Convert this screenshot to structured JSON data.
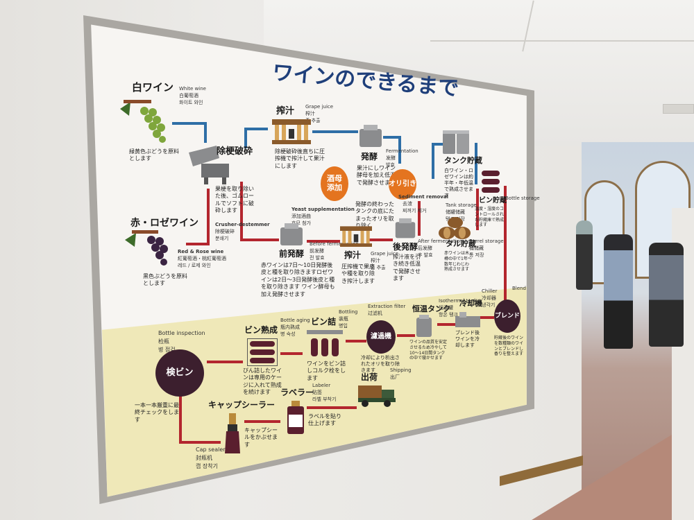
{
  "poster": {
    "title": "ワインのできるまで",
    "white_wine": {
      "title": "白ワイン",
      "en": "White wine",
      "zh": "白葡萄酒",
      "ko": "화이트 와인",
      "desc": "緑黄色ぶどうを原料とします"
    },
    "red_wine": {
      "title": "赤・ロゼワイン",
      "en": "Red & Rose wine",
      "zh": "紅葡萄酒・桃紅葡萄酒",
      "ko": "레드 / 로제 와인",
      "desc": "黒色ぶどうを原料とします"
    },
    "destemmer": {
      "title": "除梗破砕",
      "en": "Crusher-destemmer",
      "zh": "除梗破碎",
      "ko": "분쇄기",
      "desc": "果梗を取り除いた後、ゴムロールでソフトに破砕します"
    },
    "press_top": {
      "title": "搾汁",
      "en": "Grape juice",
      "zh": "榨汁",
      "ko": "즙 추출",
      "desc": "除梗破砕後直ちに圧搾機で搾汁して果汁にします"
    },
    "yeast": {
      "label": "酒母添加",
      "en": "Yeast supplementation",
      "zh": "添加酒曲",
      "ko": "효모 첨가"
    },
    "ferment": {
      "title": "発酵",
      "en": "Fermentation",
      "zh": "发酵",
      "ko": "발효",
      "desc": "果汁にしワイン酵母を加え低温で発酵させます"
    },
    "sediment": {
      "label": "オリ引き",
      "en": "Sediment removal",
      "zh": "去渣",
      "ko": "찌꺼기 제거",
      "desc": "発酵の終わったタンクの底にたまったオリを取り除く"
    },
    "tank": {
      "title": "タンク貯蔵",
      "en": "Tank storage",
      "zh": "储罐储藏",
      "ko": "탱크 저장",
      "desc": "白ワイン・ロゼワインは約半年・年低温で熟成させます"
    },
    "bottle_store": {
      "title": "ビン貯蔵",
      "en": "Bottle storage",
      "desc": "温度・湿度のコントロールされた貯蔵庫で熟成します"
    },
    "pre_ferment": {
      "title": "前発酵",
      "en": "Before fermentation",
      "zh": "前发酵",
      "ko": "전 발효",
      "desc": "赤ワインは7日～10日発酵後皮と種を取り除きますロゼワインは2日～3日発酵後皮と種を取り除きます ワイン酵母も加え発酵させます"
    },
    "press_mid": {
      "title": "搾汁",
      "en": "Grape juice",
      "zh": "榨汁",
      "ko": "즙 추출",
      "desc": "圧搾機で果皮や種を取り除き搾汁します"
    },
    "after_ferment": {
      "title": "後発酵",
      "en": "After fermentation",
      "zh": "后发酵",
      "ko": "후 발효",
      "desc": "搾汁液を引き続き低温で発酵させます"
    },
    "barrel": {
      "title": "タル貯蔵",
      "en": "Barrel storage",
      "zh": "桶储藏",
      "ko": "통 저장",
      "desc": "赤ワインは木樽の中で1年～数年じわじわ熟成させます"
    },
    "blend": {
      "label": "ブレンド",
      "en": "Blend",
      "desc": "貯蔵後のワインを数種類のワインとブレンドし香りを整えます"
    },
    "chiller": {
      "title": "冷却機",
      "en": "Chiller",
      "zh": "冷却器",
      "ko": "냉각기",
      "desc": "ブレンド後ワインを冷却します"
    },
    "iso_tank": {
      "title": "恒温タンク",
      "en": "Isothermal tank",
      "zh": "恒温罐",
      "ko": "항온 탱크",
      "desc": "ワインの品質を安定させるため冷やして10～14日間タンクの中で寝かせます"
    },
    "filter": {
      "label": "濾過機",
      "en": "Extraction filter",
      "zh": "过滤机",
      "ko": "여과기",
      "desc": "冷却により析出されたオリを取り除きます"
    },
    "shipping": {
      "title": "出荷",
      "en": "Shipping",
      "zh": "出厂",
      "ko": "출하"
    },
    "bottling": {
      "title": "ビン詰",
      "en": "Bottling",
      "zh": "装瓶",
      "ko": "병입",
      "desc": "ワインをビン詰しコルク栓をします"
    },
    "aging": {
      "title": "ビン熟成",
      "en": "Bottle aging",
      "zh": "瓶内熟成",
      "ko": "병 숙성",
      "desc": "びん詰したワインは専用のケージに入れて熟成を続けます"
    },
    "inspection": {
      "label": "検ビン",
      "en": "Bottle inspection",
      "zh": "检瓶",
      "ko": "병 점검",
      "desc": "一本一本厳重に最終チェックをします"
    },
    "capseal": {
      "title": "キャップシーラー",
      "en": "Cap sealer",
      "zh": "封瓶机",
      "ko": "캡 장착기",
      "desc": "キャップシールをかぶせます"
    },
    "labeler": {
      "title": "ラベラー",
      "en": "Labeler",
      "zh": "贴签",
      "ko": "라벨 부착기",
      "desc": "ラベルを貼り仕上げます"
    }
  },
  "colors": {
    "flow_white": "#2e6ea6",
    "flow_red": "#b3262e",
    "bubble_orange": "#e4741f",
    "bubble_dark": "#3c1f2e",
    "lower_panel": "#efe8b8"
  }
}
